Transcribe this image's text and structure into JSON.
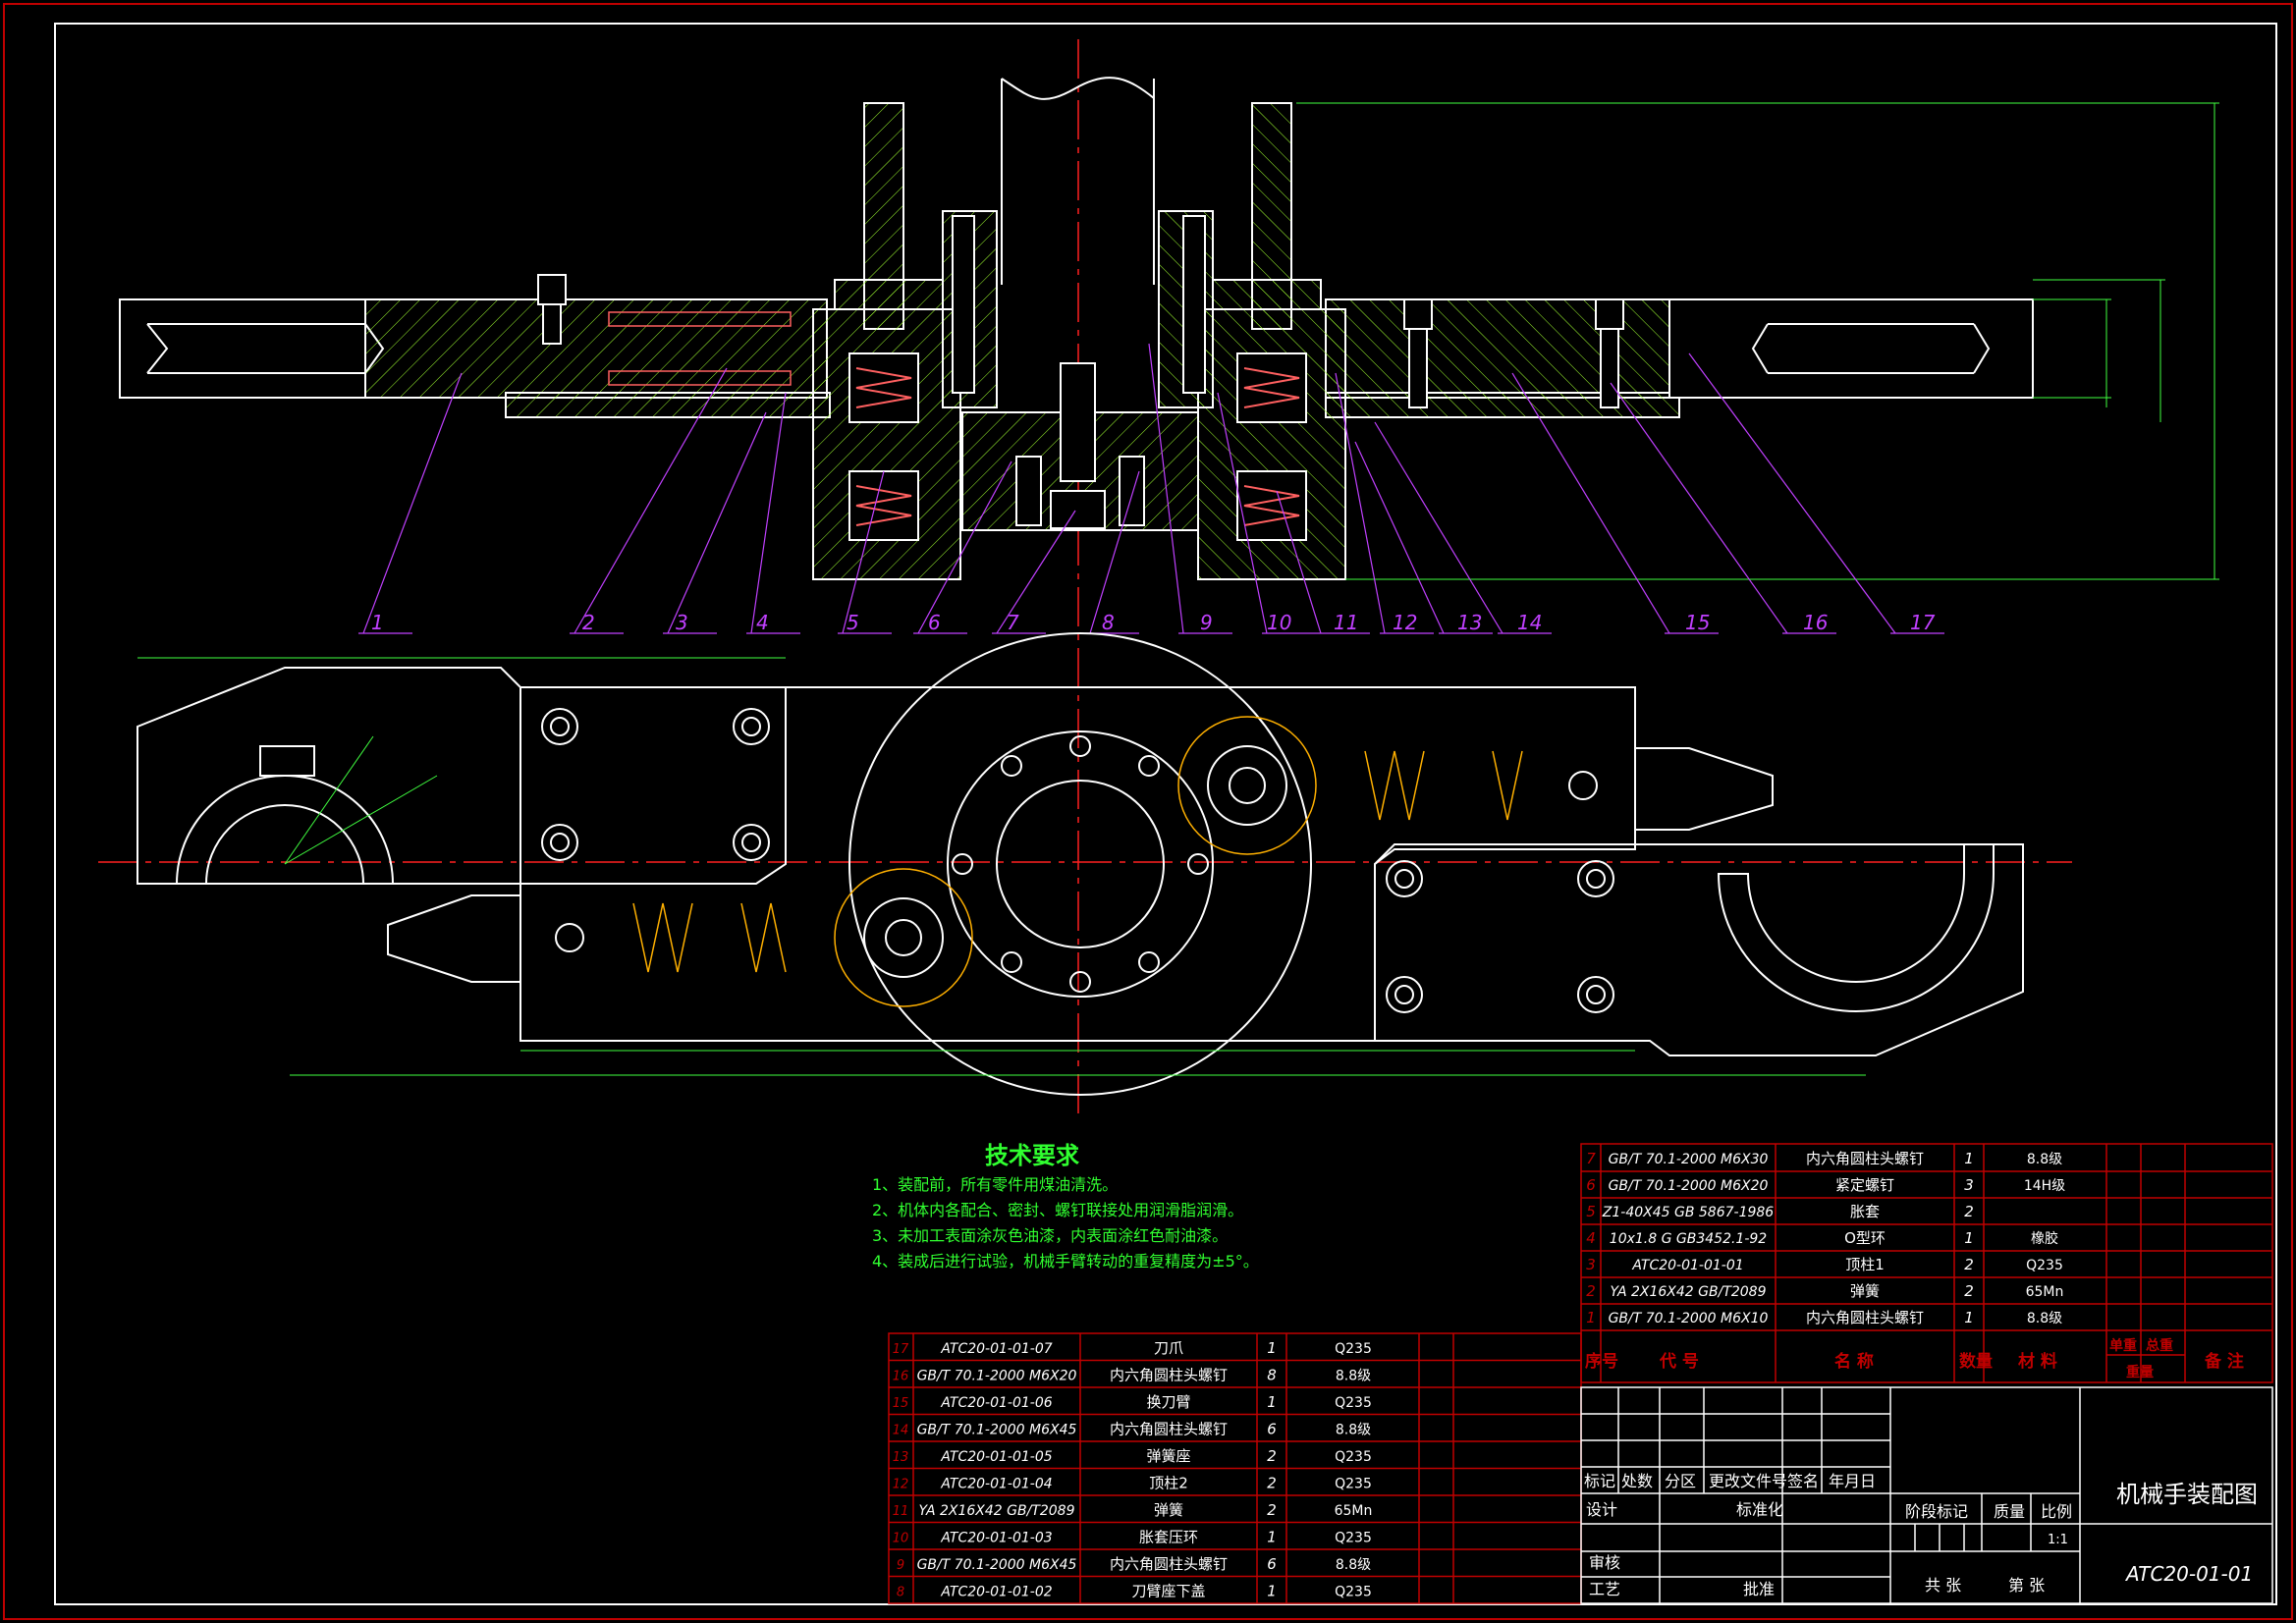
{
  "balloons": [
    "1",
    "2",
    "3",
    "4",
    "5",
    "6",
    "7",
    "8",
    "9",
    "10",
    "11",
    "12",
    "13",
    "14",
    "15",
    "16",
    "17"
  ],
  "tech": {
    "title": "技术要求",
    "lines": [
      "1、装配前，所有零件用煤油清洗。",
      "2、机体内各配合、密封、螺钉联接处用润滑脂润滑。",
      "3、未加工表面涂灰色油漆，内表面涂红色耐油漆。",
      "4、装成后进行试验，机械手臂转动的重复精度为±5°。"
    ]
  },
  "bom_right": [
    {
      "no": "7",
      "code": "GB/T 70.1-2000 M6X30",
      "name": "内六角圆柱头螺钉",
      "qty": "1",
      "mat": "8.8级"
    },
    {
      "no": "6",
      "code": "GB/T 70.1-2000 M6X20",
      "name": "紧定螺钉",
      "qty": "3",
      "mat": "14H级"
    },
    {
      "no": "5",
      "code": "Z1-40X45 GB 5867-1986",
      "name": "胀套",
      "qty": "2",
      "mat": ""
    },
    {
      "no": "4",
      "code": "10x1.8 G GB3452.1-92",
      "name": "O型环",
      "qty": "1",
      "mat": "橡胶"
    },
    {
      "no": "3",
      "code": "ATC20-01-01-01",
      "name": "顶柱1",
      "qty": "2",
      "mat": "Q235"
    },
    {
      "no": "2",
      "code": "YA 2X16X42 GB/T2089",
      "name": "弹簧",
      "qty": "2",
      "mat": "65Mn"
    },
    {
      "no": "1",
      "code": "GB/T 70.1-2000 M6X10",
      "name": "内六角圆柱头螺钉",
      "qty": "1",
      "mat": "8.8级"
    }
  ],
  "bom_header": {
    "no": "序号",
    "code": "代 号",
    "name": "名 称",
    "qty": "数量",
    "mat": "材 料",
    "unit": "单重",
    "total": "总重",
    "mass": "重量",
    "note": "备 注"
  },
  "bom_left": [
    {
      "no": "17",
      "code": "ATC20-01-01-07",
      "name": "刀爪",
      "qty": "1",
      "mat": "Q235"
    },
    {
      "no": "16",
      "code": "GB/T 70.1-2000 M6X20",
      "name": "内六角圆柱头螺钉",
      "qty": "8",
      "mat": "8.8级"
    },
    {
      "no": "15",
      "code": "ATC20-01-01-06",
      "name": "换刀臂",
      "qty": "1",
      "mat": "Q235"
    },
    {
      "no": "14",
      "code": "GB/T 70.1-2000 M6X45",
      "name": "内六角圆柱头螺钉",
      "qty": "6",
      "mat": "8.8级"
    },
    {
      "no": "13",
      "code": "ATC20-01-01-05",
      "name": "弹簧座",
      "qty": "2",
      "mat": "Q235"
    },
    {
      "no": "12",
      "code": "ATC20-01-01-04",
      "name": "顶柱2",
      "qty": "2",
      "mat": "Q235"
    },
    {
      "no": "11",
      "code": "YA 2X16X42 GB/T2089",
      "name": "弹簧",
      "qty": "2",
      "mat": "65Mn"
    },
    {
      "no": "10",
      "code": "ATC20-01-01-03",
      "name": "胀套压环",
      "qty": "1",
      "mat": "Q235"
    },
    {
      "no": "9",
      "code": "GB/T 70.1-2000 M6X45",
      "name": "内六角圆柱头螺钉",
      "qty": "6",
      "mat": "8.8级"
    },
    {
      "no": "8",
      "code": "ATC20-01-01-02",
      "name": "刀臂座下盖",
      "qty": "1",
      "mat": "Q235"
    }
  ],
  "title_block": {
    "labels": [
      "标记",
      "处数",
      "分区",
      "更改文件号",
      "签名",
      "年月日"
    ],
    "design": "设计",
    "standard": "标准化",
    "review": "审核",
    "craft": "工艺",
    "approve": "批准",
    "stage": "阶段标记",
    "mass": "质量",
    "scale": "比例",
    "scale_value": "1:1",
    "sheets_total": "共 张",
    "sheet_no": "第 张",
    "drawing_name": "机械手装配图",
    "drawing_code": "ATC20-01-01"
  },
  "colors": {
    "background": "#000000",
    "line": "#ffffff",
    "center": "#ff2020",
    "hatch": "#a0ff30",
    "leader": "#c040ff",
    "dimension": "#40ff40",
    "spring": "#ffb000",
    "table": "#c00000",
    "text": "#ffffff",
    "tech_text": "#30ff30"
  }
}
